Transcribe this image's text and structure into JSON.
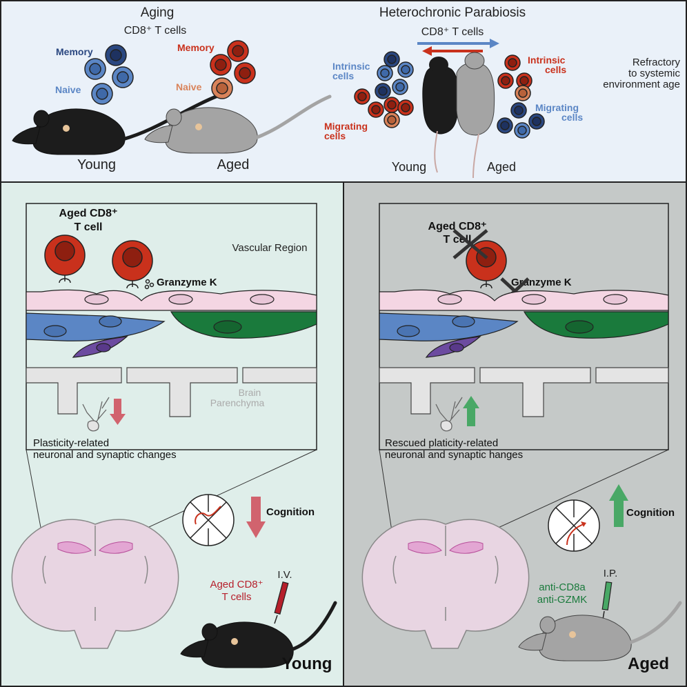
{
  "colors": {
    "top_bg": "#eaf1f9",
    "left_bg": "#dfeeea",
    "right_bg": "#c5c9c8",
    "memory_young": "#2a4780",
    "naive_young": "#5b86c5",
    "memory_aged": "#c9311c",
    "naive_aged": "#d9835a",
    "brain": "#e8d5e2",
    "hippocampus": "#e3a6d3",
    "pericyte": "#f4d6e3",
    "endothelial_blue": "#5b86c5",
    "endothelial_green": "#1a7a3c",
    "microglia": "#6c4ba0",
    "arrow_down": "#d1636e",
    "arrow_up": "#49a866",
    "label_red": "#c9311c",
    "label_blue": "#5b86c5",
    "label_green": "#1a7a3c"
  },
  "top": {
    "aging": {
      "title": "Aging",
      "subtitle": "CD8⁺ T cells",
      "memory_young": "Memory",
      "naive_young": "Naive",
      "memory_aged": "Memory",
      "naive_aged": "Naive",
      "young": "Young",
      "aged": "Aged"
    },
    "parabiosis": {
      "title": "Heterochronic Parabiosis",
      "subtitle": "CD8⁺ T cells",
      "intrinsic_left_1": "Intrinsic",
      "intrinsic_left_2": "cells",
      "migrating_left_1": "Migrating",
      "migrating_left_2": "cells",
      "intrinsic_right_1": "Intrinsic",
      "intrinsic_right_2": "cells",
      "migrating_right_1": "Migrating",
      "migrating_right_2": "cells",
      "young": "Young",
      "aged": "Aged",
      "refractory_1": "Refractory",
      "refractory_2": "to systemic",
      "refractory_3": "environment age"
    }
  },
  "left": {
    "cell_label_1": "Aged CD8⁺",
    "cell_label_2": "T cell",
    "vascular_region": "Vascular Region",
    "granzyme": "Granzyme K",
    "brain_parenchyma_1": "Brain",
    "brain_parenchyma_2": "Parenchyma",
    "plasticity_1": "Plasticity-related",
    "plasticity_2": "neuronal and synaptic changes",
    "cognition": "Cognition",
    "iv": "I.V.",
    "injected_1": "Aged CD8⁺",
    "injected_2": "T cells",
    "mouse_label": "Young"
  },
  "right": {
    "cell_label_1": "Aged CD8⁺",
    "cell_label_2": "T cell",
    "granzyme": "Granzyme K",
    "rescued_1": "Rescued platicity-related",
    "rescued_2": "neuronal and synaptic hanges",
    "cognition": "Cognition",
    "ip": "I.P.",
    "antibody_1": "anti-CD8a",
    "antibody_2": "anti-GZMK",
    "mouse_label": "Aged"
  }
}
